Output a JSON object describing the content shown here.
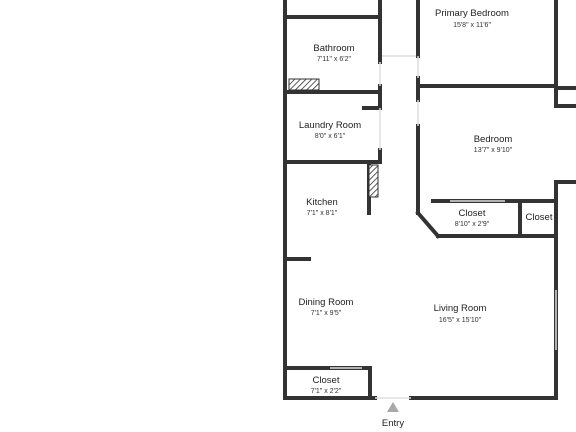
{
  "colors": {
    "wall": "#333333",
    "floor": "#ffffff",
    "background": "#ffffff",
    "door_opening": "#dddddd",
    "entry_arrow": "#a8a8a8"
  },
  "rooms": {
    "primary_bedroom": {
      "name": "Primary Bedroom",
      "dims": "15'8\" x 11'6\""
    },
    "bathroom": {
      "name": "Bathroom",
      "dims": "7'11\" x 6'2\""
    },
    "laundry_room": {
      "name": "Laundry Room",
      "dims": "8'0\" x 6'1\""
    },
    "bedroom": {
      "name": "Bedroom",
      "dims": "13'7\" x 9'10\""
    },
    "kitchen": {
      "name": "Kitchen",
      "dims": "7'1\" x 8'1\""
    },
    "closet_bedroom": {
      "name": "Closet",
      "dims": "8'10\" x 2'9\""
    },
    "closet_small": {
      "name": "Closet"
    },
    "dining_room": {
      "name": "Dining Room",
      "dims": "7'1\" x 9'5\""
    },
    "living_room": {
      "name": "Living Room",
      "dims": "16'5\" x 15'10\""
    },
    "closet_entry": {
      "name": "Closet",
      "dims": "7'1\" x 2'2\""
    }
  },
  "entry": {
    "label": "Entry",
    "icon": "triangle-up-icon"
  }
}
